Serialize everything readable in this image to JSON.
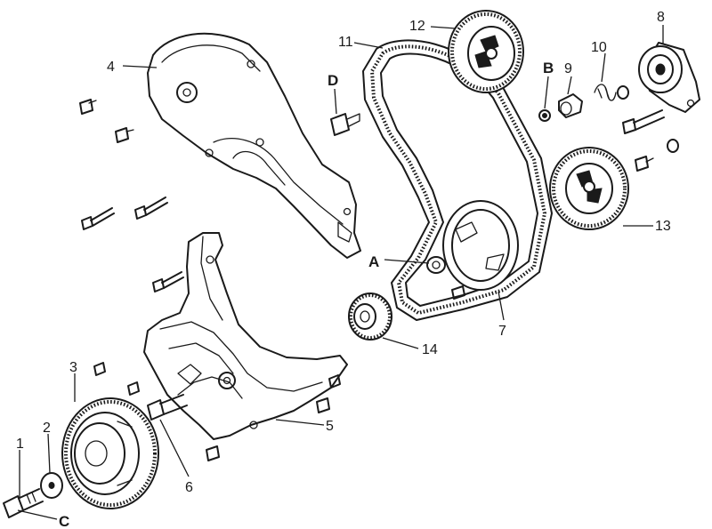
{
  "diagram": {
    "labels": {
      "p1": "1",
      "p2": "2",
      "p3": "3",
      "p4": "4",
      "p5": "5",
      "p6": "6",
      "p7": "7",
      "p8": "8",
      "p9": "9",
      "p10": "10",
      "p11": "11",
      "p12": "12",
      "p13": "13",
      "p14": "14",
      "a": "A",
      "b": "B",
      "c": "C",
      "d": "D"
    }
  }
}
